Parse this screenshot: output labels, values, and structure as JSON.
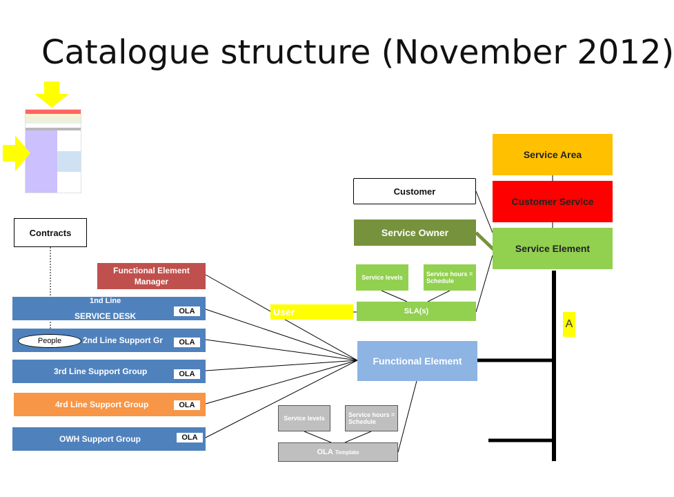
{
  "title": "Catalogue structure (November 2012)",
  "contracts": "Contracts",
  "customer": "Customer",
  "service_area": "Service Area",
  "customer_service": "Customer Service",
  "service_element": "Service Element",
  "service_owner": "Service Owner",
  "fe_manager": "Functional Element Manager",
  "sla_service_levels": "Service levels",
  "sla_service_hours": "Service hours = Schedule",
  "user": "User",
  "slas": "SLA(s)",
  "functional_element": "Functional Element",
  "a_label": "A",
  "people": "People",
  "groups": [
    {
      "line1": "1nd Line",
      "line2": "SERVICE DESK",
      "ola": "OLA"
    },
    {
      "label": "2nd Line Support Gr",
      "ola": "OLA"
    },
    {
      "label": "3rd Line Support Group",
      "ola": "OLA"
    },
    {
      "label": "4rd Line Support Group",
      "ola": "OLA"
    },
    {
      "label": "OWH Support Group",
      "ola": "OLA"
    }
  ],
  "ola_service_levels": "Service levels",
  "ola_service_hours": "Service hours = Schedule",
  "ola_template_main": "OLA",
  "ola_template_sub": "Template",
  "colors": {
    "service_area": "#ffc000",
    "customer_service": "#ff0000",
    "service_element": "#92d050",
    "service_owner": "#76923c",
    "fe_manager": "#c0504d",
    "group_blue": "#4f81bd",
    "group_orange": "#f79646",
    "functional_element": "#8db4e2",
    "user": "#ffff00",
    "arrow": "#ffff00"
  }
}
